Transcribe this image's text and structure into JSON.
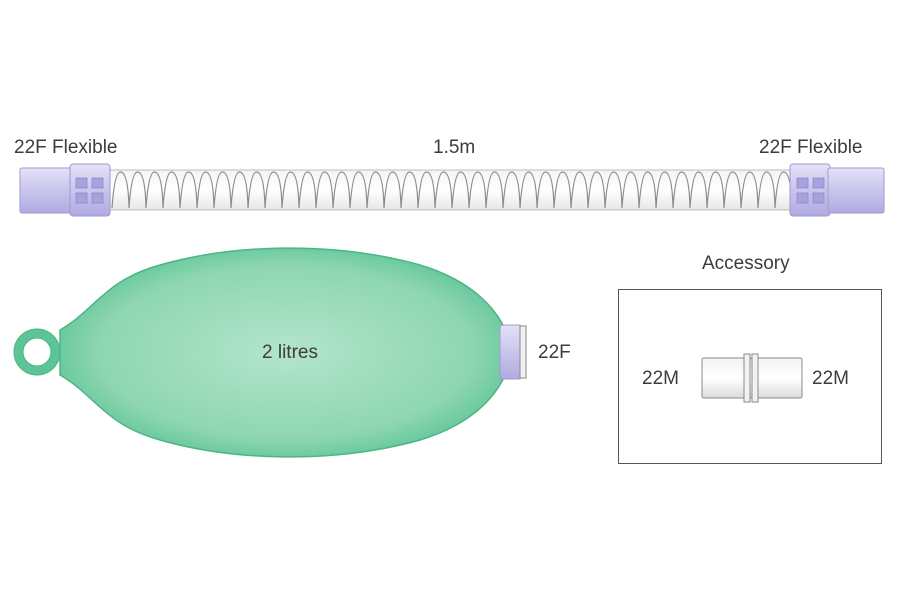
{
  "hose": {
    "left_label": "22F Flexible",
    "length_label": "1.5m",
    "right_label": "22F Flexible"
  },
  "bag": {
    "volume_label": "2 litres",
    "port_label": "22F",
    "colors": {
      "body": "#5cc496",
      "highlight": "#a8e1c4",
      "ring": "#52b888"
    }
  },
  "accessory": {
    "title": "Accessory",
    "left_label": "22M",
    "right_label": "22M"
  },
  "colors": {
    "connector": "#c8c3ea",
    "connector_dark": "#a39ed6",
    "tube_coil": "#8c8c8c"
  }
}
